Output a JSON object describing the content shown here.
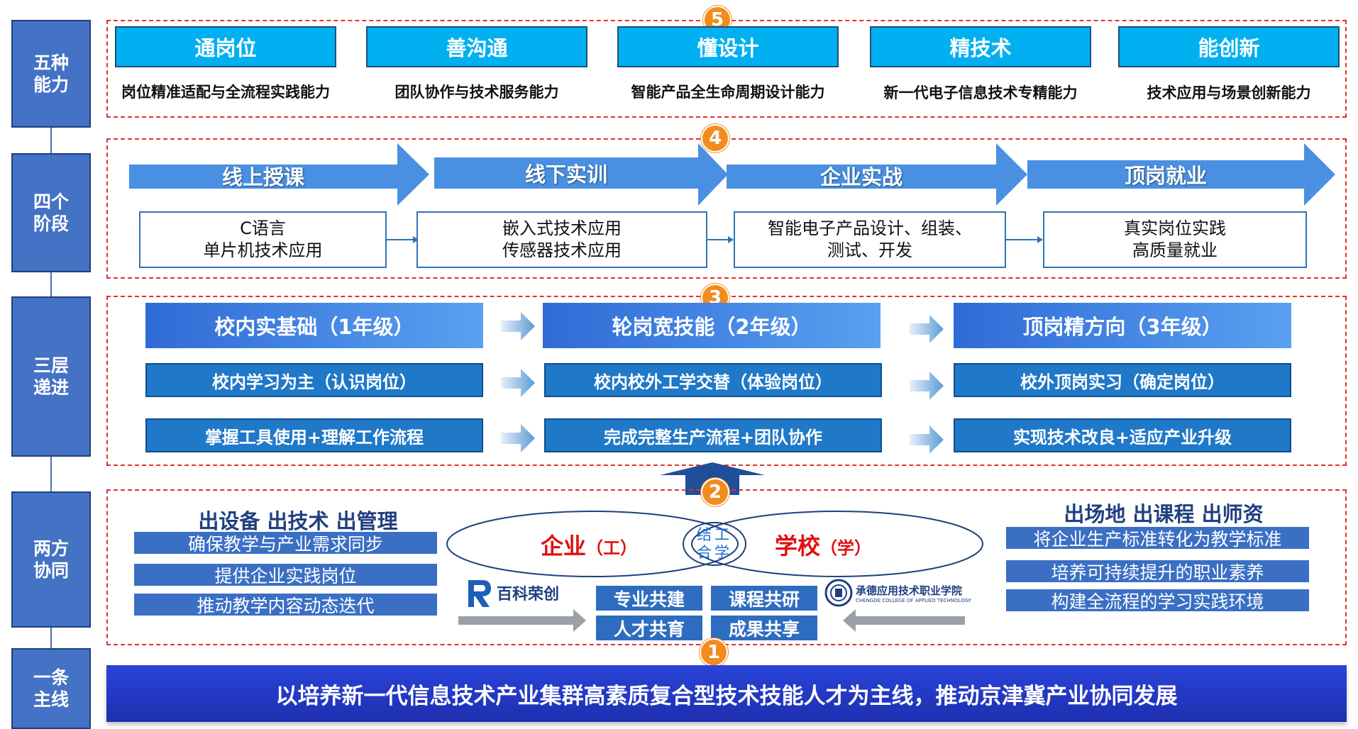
{
  "side_labels": {
    "five": "五种\n能力",
    "four": "四个\n阶段",
    "three": "三层\n递进",
    "two": "两方\n协同",
    "one": "一条\n主线"
  },
  "badges": [
    "5",
    "4",
    "3",
    "2",
    "1"
  ],
  "abilities": [
    {
      "title": "通岗位",
      "desc": "岗位精准适配与全流程实践能力"
    },
    {
      "title": "善沟通",
      "desc": "团队协作与技术服务能力"
    },
    {
      "title": "懂设计",
      "desc": "智能产品全生命周期设计能力"
    },
    {
      "title": "精技术",
      "desc": "新一代电子信息技术专精能力"
    },
    {
      "title": "能创新",
      "desc": "技术应用与场景创新能力"
    }
  ],
  "stages": [
    {
      "label": "线上授课",
      "content": "C语言\n单片机技术应用"
    },
    {
      "label": "线下实训",
      "content": "嵌入式技术应用\n传感器技术应用"
    },
    {
      "label": "企业实战",
      "content": "智能电子产品设计、组装、\n测试、开发"
    },
    {
      "label": "顶岗就业",
      "content": "真实岗位实践\n高质量就业"
    }
  ],
  "tiers": [
    {
      "head": "校内实基础（1年级）",
      "row1": "校内学习为主（认识岗位）",
      "row2": "掌握工具使用+理解工作流程"
    },
    {
      "head": "轮岗宽技能（2年级）",
      "row1": "校内校外工学交替（体验岗位）",
      "row2": "完成完整生产流程+团队协作"
    },
    {
      "head": "顶岗精方向（3年级）",
      "row1": "校外顶岗实习（确定岗位）",
      "row2": "实现技术改良+适应产业升级"
    }
  ],
  "collab": {
    "enterprise_title": "出设备  出技术  出管理",
    "enterprise_items": [
      "确保教学与产业需求同步",
      "提供企业实践岗位",
      "推动教学内容动态迭代"
    ],
    "school_title": "出场地  出课程  出师资",
    "school_items": [
      "将企业生产标准转化为教学标准",
      "培养可持续提升的职业素养",
      "构建全流程的学习实践环境"
    ],
    "enterprise_label": "企业",
    "enterprise_sub": "（工）",
    "school_label": "学校",
    "school_sub": "（学）",
    "center": "结工\n合学",
    "shares": [
      "专业共建",
      "课程共研",
      "人才共育",
      "成果共享"
    ],
    "logo_left": "百科荣创",
    "logo_right_cn": "承德应用技术职业学院",
    "logo_right_en": "CHENGDE COLLEGE OF APPLIED TECHNOLOGY"
  },
  "mainline": "以培养新一代信息技术产业集群高素质复合型技术技能人才为主线，推动京津冀产业协同发展",
  "colors": {
    "side_bg": "#4472c4",
    "ability_bg": "#00b0f0",
    "arrow": "#4a90e2",
    "badge": "#f28c1e",
    "dashed": "#e03030",
    "enterprise_red": "#e01010",
    "mainline": "#2a44d8"
  }
}
